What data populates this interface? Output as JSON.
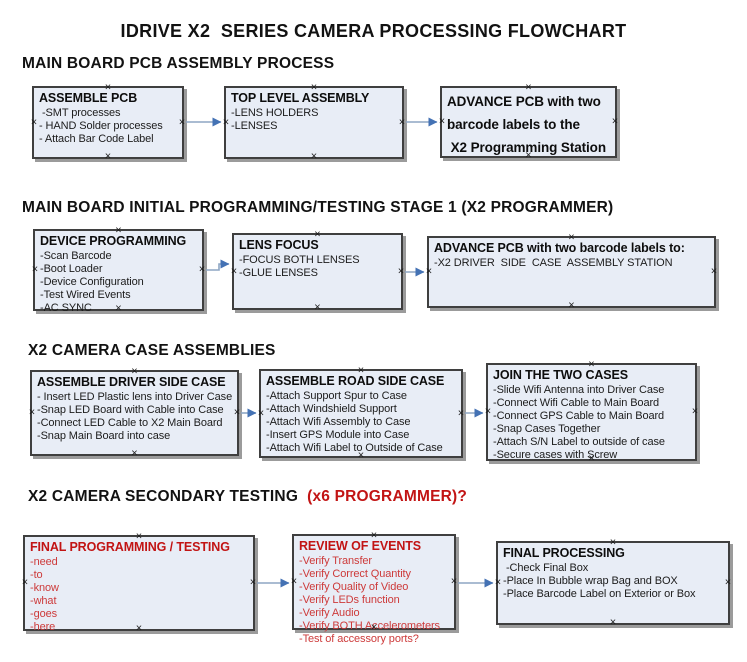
{
  "title": "IDRIVE X2  SERIES CAMERA PROCESSING FLOWCHART",
  "colors": {
    "box_fill": "#e8edf6",
    "box_border": "#3f3f3f",
    "box_shadow": "#9b9b9b",
    "arrow_line": "#8ea6c4",
    "arrow_head": "#4472b4",
    "red_title": "#c21414",
    "red_item": "#cd3a3a",
    "item_text": "#1c1c1c"
  },
  "icons": {
    "connection_point": "×"
  },
  "sections": [
    {
      "heading": "MAIN BOARD PCB ASSEMBLY PROCESS",
      "heading_accent": "",
      "boxes": [
        {
          "title": "ASSEMBLE PCB",
          "style": "normal",
          "items": [
            " -SMT processes",
            "- HAND Solder processes",
            "- Attach Bar Code Label"
          ]
        },
        {
          "title": "TOP LEVEL ASSEMBLY",
          "style": "normal",
          "items": [
            "-LENS HOLDERS",
            "-LENSES"
          ]
        },
        {
          "title": "ADVANCE PCB with two\nbarcode labels to the\n X2 Programming Station",
          "style": "normal",
          "items": []
        }
      ]
    },
    {
      "heading": "MAIN BOARD INITIAL PROGRAMMING/TESTING STAGE 1 (X2 PROGRAMMER)",
      "heading_accent": "",
      "boxes": [
        {
          "title": "DEVICE PROGRAMMING",
          "style": "normal",
          "items": [
            "-Scan Barcode",
            "-Boot Loader",
            "-Device Configuration",
            "-Test Wired Events",
            "-AC SYNC"
          ]
        },
        {
          "title": "LENS FOCUS",
          "style": "normal",
          "items": [
            "-FOCUS BOTH LENSES",
            "-GLUE LENSES"
          ]
        },
        {
          "title": "ADVANCE PCB with two barcode labels to:",
          "style": "normal",
          "items": [
            "-X2 DRIVER  SIDE  CASE  ASSEMBLY STATION"
          ]
        }
      ]
    },
    {
      "heading": "X2 CAMERA CASE ASSEMBLIES",
      "heading_accent": "",
      "boxes": [
        {
          "title": "ASSEMBLE DRIVER SIDE CASE",
          "style": "normal",
          "items": [
            "- Insert LED Plastic lens into Driver Case",
            "-Snap LED Board with Cable into Case",
            "-Connect LED Cable to X2 Main Board",
            "-Snap Main Board into case"
          ]
        },
        {
          "title": "ASSEMBLE ROAD SIDE CASE",
          "style": "normal",
          "items": [
            "-Attach Support Spur to Case",
            "-Attach Windshield Support",
            "-Attach Wifi Assembly to Case",
            "-Insert GPS Module into Case",
            "-Attach Wifi Label to Outside of Case"
          ]
        },
        {
          "title": "JOIN THE TWO CASES",
          "style": "normal",
          "items": [
            "-Slide Wifi Antenna into Driver Case",
            "-Connect Wifi Cable to Main Board",
            "-Connect GPS Cable to Main Board",
            "-Snap Cases Together",
            "-Attach S/N Label to outside of case",
            "-Secure cases with Screw"
          ]
        }
      ]
    },
    {
      "heading": "X2 CAMERA SECONDARY TESTING",
      "heading_accent": "  (x6 PROGRAMMER)?",
      "boxes": [
        {
          "title": "FINAL PROGRAMMING / TESTING",
          "style": "red",
          "items": [
            "-need",
            "-to",
            "-know",
            "-what",
            "-goes",
            "-here"
          ]
        },
        {
          "title": "REVIEW OF EVENTS",
          "style": "red",
          "items": [
            "-Verify Transfer",
            "-Verify Correct Quantity",
            "-Verify Quality of Video",
            "-Verify LEDs function",
            "-Verify Audio",
            "-Verify BOTH Accelerometers",
            "-Test of accessory ports?"
          ]
        },
        {
          "title": "FINAL PROCESSING",
          "style": "normal",
          "items": [
            " -Check Final Box",
            "-Place In Bubble wrap Bag and BOX",
            "-Place Barcode Label on Exterior or Box"
          ]
        }
      ]
    }
  ]
}
